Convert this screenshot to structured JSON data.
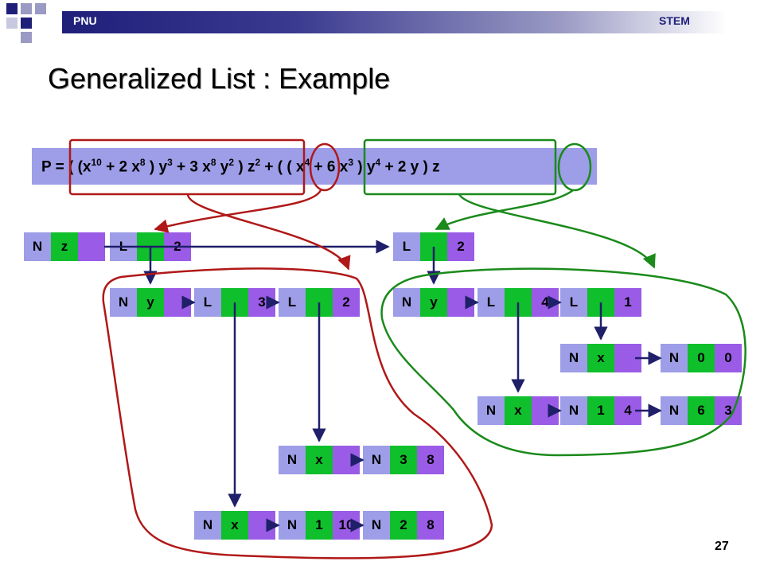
{
  "header": {
    "left_label": "PNU",
    "right_label": "STEM"
  },
  "title": "Generalized List : Example",
  "formula": {
    "p1": "P = ( (x",
    "e1": "10",
    "p2": " + 2 x",
    "e2": "8",
    "p3": " ) y",
    "e3": "3",
    "p4": " + 3 x",
    "e4": "8",
    "p5": " y",
    "e5": "2",
    "p6": " )  z",
    "e6": "2",
    "p7": " + (  ( x",
    "e7": "4",
    "p8": " + 6 x",
    "e8": "3",
    "p9": " ) y",
    "e9": "4",
    "p10": " + 2 y  )  z"
  },
  "nodes": [
    {
      "id": "nz",
      "cells": [
        "N",
        "z",
        ""
      ]
    },
    {
      "id": "l2a",
      "cells": [
        "L",
        "",
        "2"
      ]
    },
    {
      "id": "l2b",
      "cells": [
        "L",
        "",
        "2"
      ]
    },
    {
      "id": "ny1",
      "cells": [
        "N",
        "y",
        ""
      ]
    },
    {
      "id": "l3",
      "cells": [
        "L",
        "",
        "3"
      ]
    },
    {
      "id": "l2c",
      "cells": [
        "L",
        "",
        "2"
      ]
    },
    {
      "id": "ny2",
      "cells": [
        "N",
        "y",
        ""
      ]
    },
    {
      "id": "l4",
      "cells": [
        "L",
        "",
        "4"
      ]
    },
    {
      "id": "l1",
      "cells": [
        "L",
        "",
        "1"
      ]
    },
    {
      "id": "nx1",
      "cells": [
        "N",
        "x",
        ""
      ]
    },
    {
      "id": "n00",
      "cells": [
        "N",
        "0",
        "0"
      ]
    },
    {
      "id": "nx2",
      "cells": [
        "N",
        "x",
        ""
      ]
    },
    {
      "id": "n14",
      "cells": [
        "N",
        "1",
        "4"
      ]
    },
    {
      "id": "n63",
      "cells": [
        "N",
        "6",
        "3"
      ]
    },
    {
      "id": "nx3",
      "cells": [
        "N",
        "x",
        ""
      ]
    },
    {
      "id": "n38",
      "cells": [
        "N",
        "3",
        "8"
      ]
    },
    {
      "id": "nx4",
      "cells": [
        "N",
        "x",
        ""
      ]
    },
    {
      "id": "n110",
      "cells": [
        "N",
        "1",
        "10"
      ]
    },
    {
      "id": "n28",
      "cells": [
        "N",
        "2",
        "8"
      ]
    }
  ],
  "colors": {
    "red": "#b01818",
    "green": "#1a8a1a",
    "arrow": "#1f1f6a"
  },
  "page_number": "27"
}
